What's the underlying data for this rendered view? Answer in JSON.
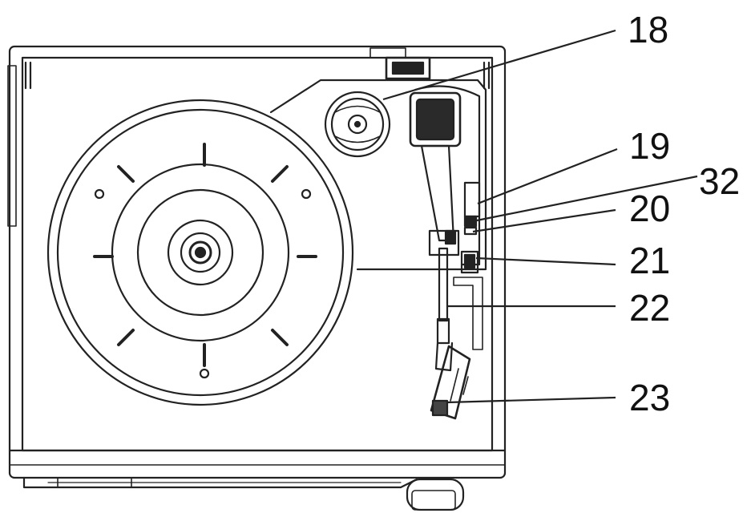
{
  "figure": {
    "line_color": "#222222",
    "background": "#ffffff"
  },
  "callouts": [
    {
      "label": "18",
      "target": "speaker-grille"
    },
    {
      "label": "19",
      "target": "tonearm-lift-lever"
    },
    {
      "label": "32",
      "target": "tonearm-control-a"
    },
    {
      "label": "20",
      "target": "tonearm-control-b"
    },
    {
      "label": "21",
      "target": "tonearm-rest-clip"
    },
    {
      "label": "22",
      "target": "tonearm"
    },
    {
      "label": "23",
      "target": "cartridge-headshell"
    }
  ]
}
